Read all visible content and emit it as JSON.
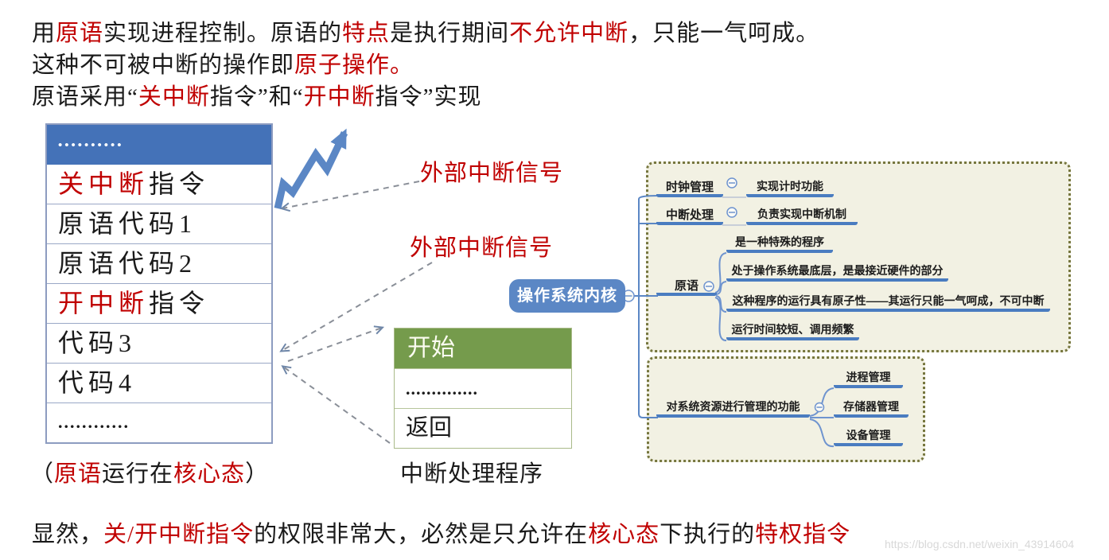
{
  "page": {
    "watermark": "https://blog.csdn.net/weixin_43914604"
  },
  "colors": {
    "red": "#c00000",
    "table_header_blue": "#4472b8",
    "table_border": "#9aa8c6",
    "green_header": "#759b4c",
    "mindmap_underline_blue": "#4a7cc0",
    "mindmap_root_bg": "#5b87c5",
    "box_bg": "#f2f1e3",
    "box_border": "#76763e",
    "dashed_arrow_gray": "#8a8f98",
    "zigzag_blue": "#5b87c5",
    "watermark_gray": "#d8d8d8"
  },
  "icons": {
    "collapse": "minus-circle-icon",
    "zigzag": "zigzag-rising-arrow",
    "dashed_arrow": "dashed-arrow"
  },
  "intro": {
    "line1": [
      {
        "t": "用"
      },
      {
        "t": "原语",
        "c": "#c00000"
      },
      {
        "t": "实现进程控制。原语的"
      },
      {
        "t": "特点",
        "c": "#c00000"
      },
      {
        "t": "是执行期间"
      },
      {
        "t": "不允许中断",
        "c": "#c00000"
      },
      {
        "t": "，只能一气呵成。"
      }
    ],
    "line2": [
      {
        "t": "这种不可被中断的操作即"
      },
      {
        "t": "原子操作。",
        "c": "#c00000"
      }
    ],
    "line3": [
      {
        "t": "原语采用“"
      },
      {
        "t": "关中断",
        "c": "#c00000"
      },
      {
        "t": "指令”和“"
      },
      {
        "t": "开中断",
        "c": "#c00000"
      },
      {
        "t": "指令”实现"
      }
    ]
  },
  "code_table": {
    "header": "••••••••••",
    "rows": [
      [
        {
          "t": "关中断",
          "c": "#c00000"
        },
        {
          "t": "指令"
        }
      ],
      [
        {
          "t": "原语代码1"
        }
      ],
      [
        {
          "t": "原语代码2"
        }
      ],
      [
        {
          "t": "开中断",
          "c": "#c00000"
        },
        {
          "t": "指令"
        }
      ],
      [
        {
          "t": "代码3"
        }
      ],
      [
        {
          "t": "代码4"
        }
      ],
      [
        {
          "t": "............"
        }
      ]
    ],
    "caption": [
      {
        "t": "（"
      },
      {
        "t": "原语",
        "c": "#c00000"
      },
      {
        "t": "运行在"
      },
      {
        "t": "核心态",
        "c": "#c00000"
      },
      {
        "t": "）"
      }
    ]
  },
  "signals": {
    "label1": "外部中断信号",
    "label2": "外部中断信号"
  },
  "handler_table": {
    "header": "开始",
    "rows": [
      "..............",
      "返回"
    ],
    "caption": "中断处理程序"
  },
  "mindmap": {
    "root": "操作系统内核",
    "branches": [
      {
        "label": "时钟管理",
        "children": [
          "实现计时功能"
        ]
      },
      {
        "label": "中断处理",
        "children": [
          "负责实现中断机制"
        ]
      },
      {
        "label": "原语",
        "children": [
          "是一种特殊的程序",
          "处于操作系统最底层，是最接近硬件的部分",
          "这种程序的运行具有原子性——其运行只能一气呵成，不可中断",
          "运行时间较短、调用频繁"
        ]
      },
      {
        "label": "对系统资源进行管理的功能",
        "children": [
          "进程管理",
          "存储器管理",
          "设备管理"
        ]
      }
    ]
  },
  "conclusion": [
    {
      "t": "显然，"
    },
    {
      "t": "关/开中断指令",
      "c": "#c00000"
    },
    {
      "t": "的权限非常大，必然是只允许在"
    },
    {
      "t": "核心态",
      "c": "#c00000"
    },
    {
      "t": "下执行的"
    },
    {
      "t": "特权指令",
      "c": "#c00000"
    }
  ]
}
